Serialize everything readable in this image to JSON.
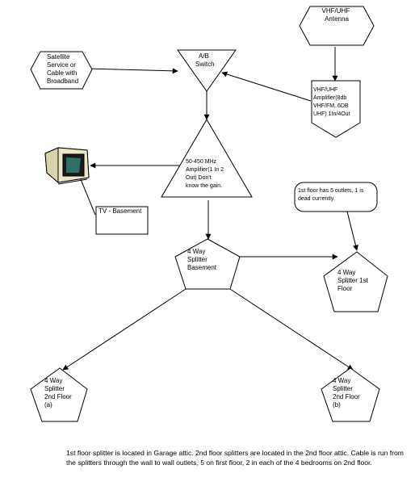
{
  "nodes": {
    "antenna": [
      "VHF/UHF",
      "Antenna"
    ],
    "satellite": [
      "Satellite",
      "Service or",
      "Cable with",
      "Broadband"
    ],
    "ab_switch": [
      "A/B",
      "Switch"
    ],
    "amp_vhf": [
      "VHF/UHF",
      "Amplifier(8db",
      "VHF/FM, 6DB",
      "UHF) 1In/4Out"
    ],
    "amp_main": [
      "50-450 MHz",
      "Amplifier(1 In 2",
      "Out) Don't",
      "know the gain."
    ],
    "tv_basement": [
      "TV - Basement"
    ],
    "splitter_basement": [
      "4 Way",
      "Splitter",
      "Basement"
    ],
    "splitter_1st": [
      "4 Way",
      "Splitter 1st",
      "Floor"
    ],
    "splitter_2nd_a": [
      "4 Way",
      "Splitter",
      "2nd Floor",
      "(a)"
    ],
    "splitter_2nd_b": [
      "4 Way",
      "Splitter",
      "2nd Floor",
      "(b)"
    ]
  },
  "callout": [
    "1st floor has 5 outlets, 1 is",
    "dead currently."
  ],
  "caption": "1st floor splitter is located in Garage attic.  2nd floor splitters are located in the 2nd floor attic.  Cable is run from the splitters through the wall to wall outlets, 5 on first floor,  2 in each of the 4 bedrooms on 2nd floor.",
  "icons": [
    "tv-icon"
  ]
}
